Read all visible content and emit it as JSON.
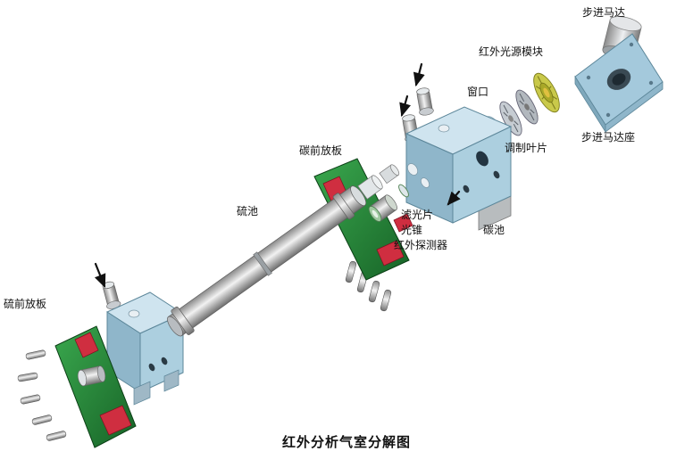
{
  "title": "红外分析气室分解图",
  "labels": {
    "stepper_motor": "步进马达",
    "ir_source_module": "红外光源模块",
    "window": "窗口",
    "stepper_motor_base": "步进马达座",
    "chopper_blade": "调制叶片",
    "carbon_preamp_board": "碳前放板",
    "sulfur_cell": "硫池",
    "filter": "滤光片",
    "light_cone": "光锥",
    "ir_detector": "红外探测器",
    "carbon_cell": "碳池",
    "sulfur_preamp_board": "硫前放板"
  },
  "colors": {
    "housing_blue_top": "#cfe4ef",
    "housing_blue_front": "#8fb6ca",
    "housing_blue_side": "#accfdf",
    "base_plate_blue": "#a4c9dc",
    "pcb_green": "#2f9e44",
    "component_red": "#cf2e40",
    "source_yellow": "#c9c94a",
    "metal_gray": "#c0c4c8",
    "arrow_black": "#111111",
    "background": "#ffffff"
  }
}
